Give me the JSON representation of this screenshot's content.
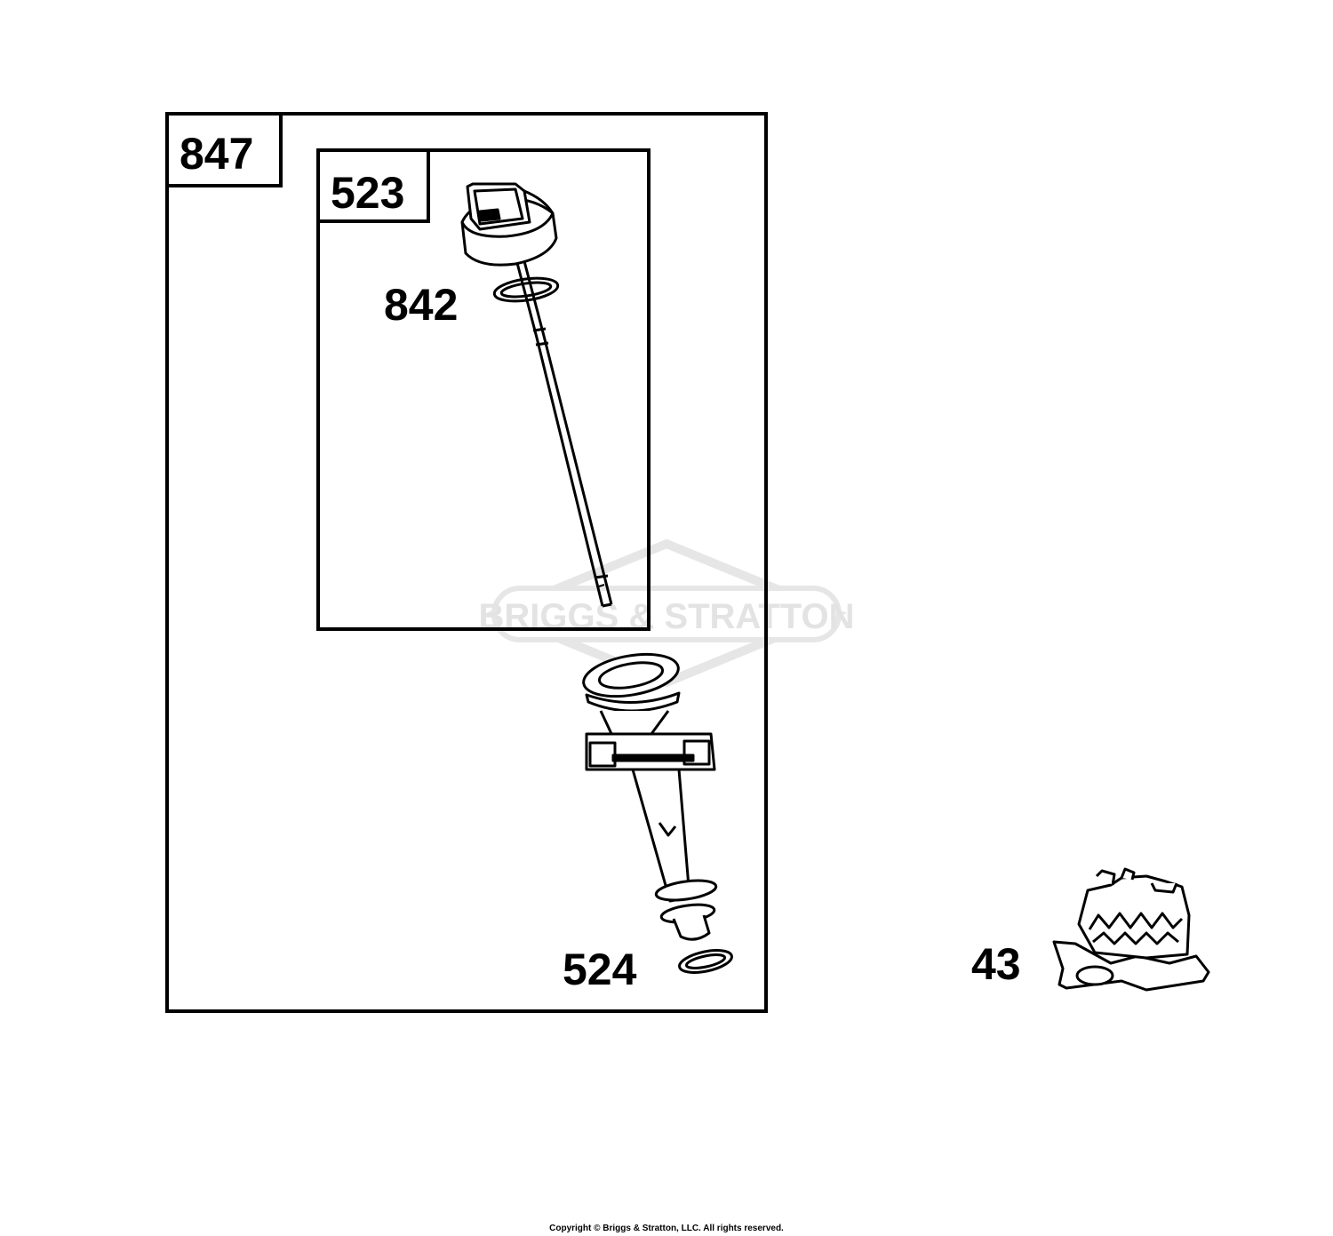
{
  "boxes": {
    "outer": {
      "label": "847"
    },
    "inner": {
      "label": "523"
    }
  },
  "callouts": {
    "dipstick": "842",
    "tube": "524",
    "governor": "43"
  },
  "watermark": {
    "text": "BRIGGS & STRATTON"
  },
  "footer": {
    "copyright": "Copyright © Briggs & Stratton, LLC. All rights reserved."
  },
  "colors": {
    "line": "#000000",
    "watermark": "#e6e6e6",
    "background": "#ffffff"
  }
}
